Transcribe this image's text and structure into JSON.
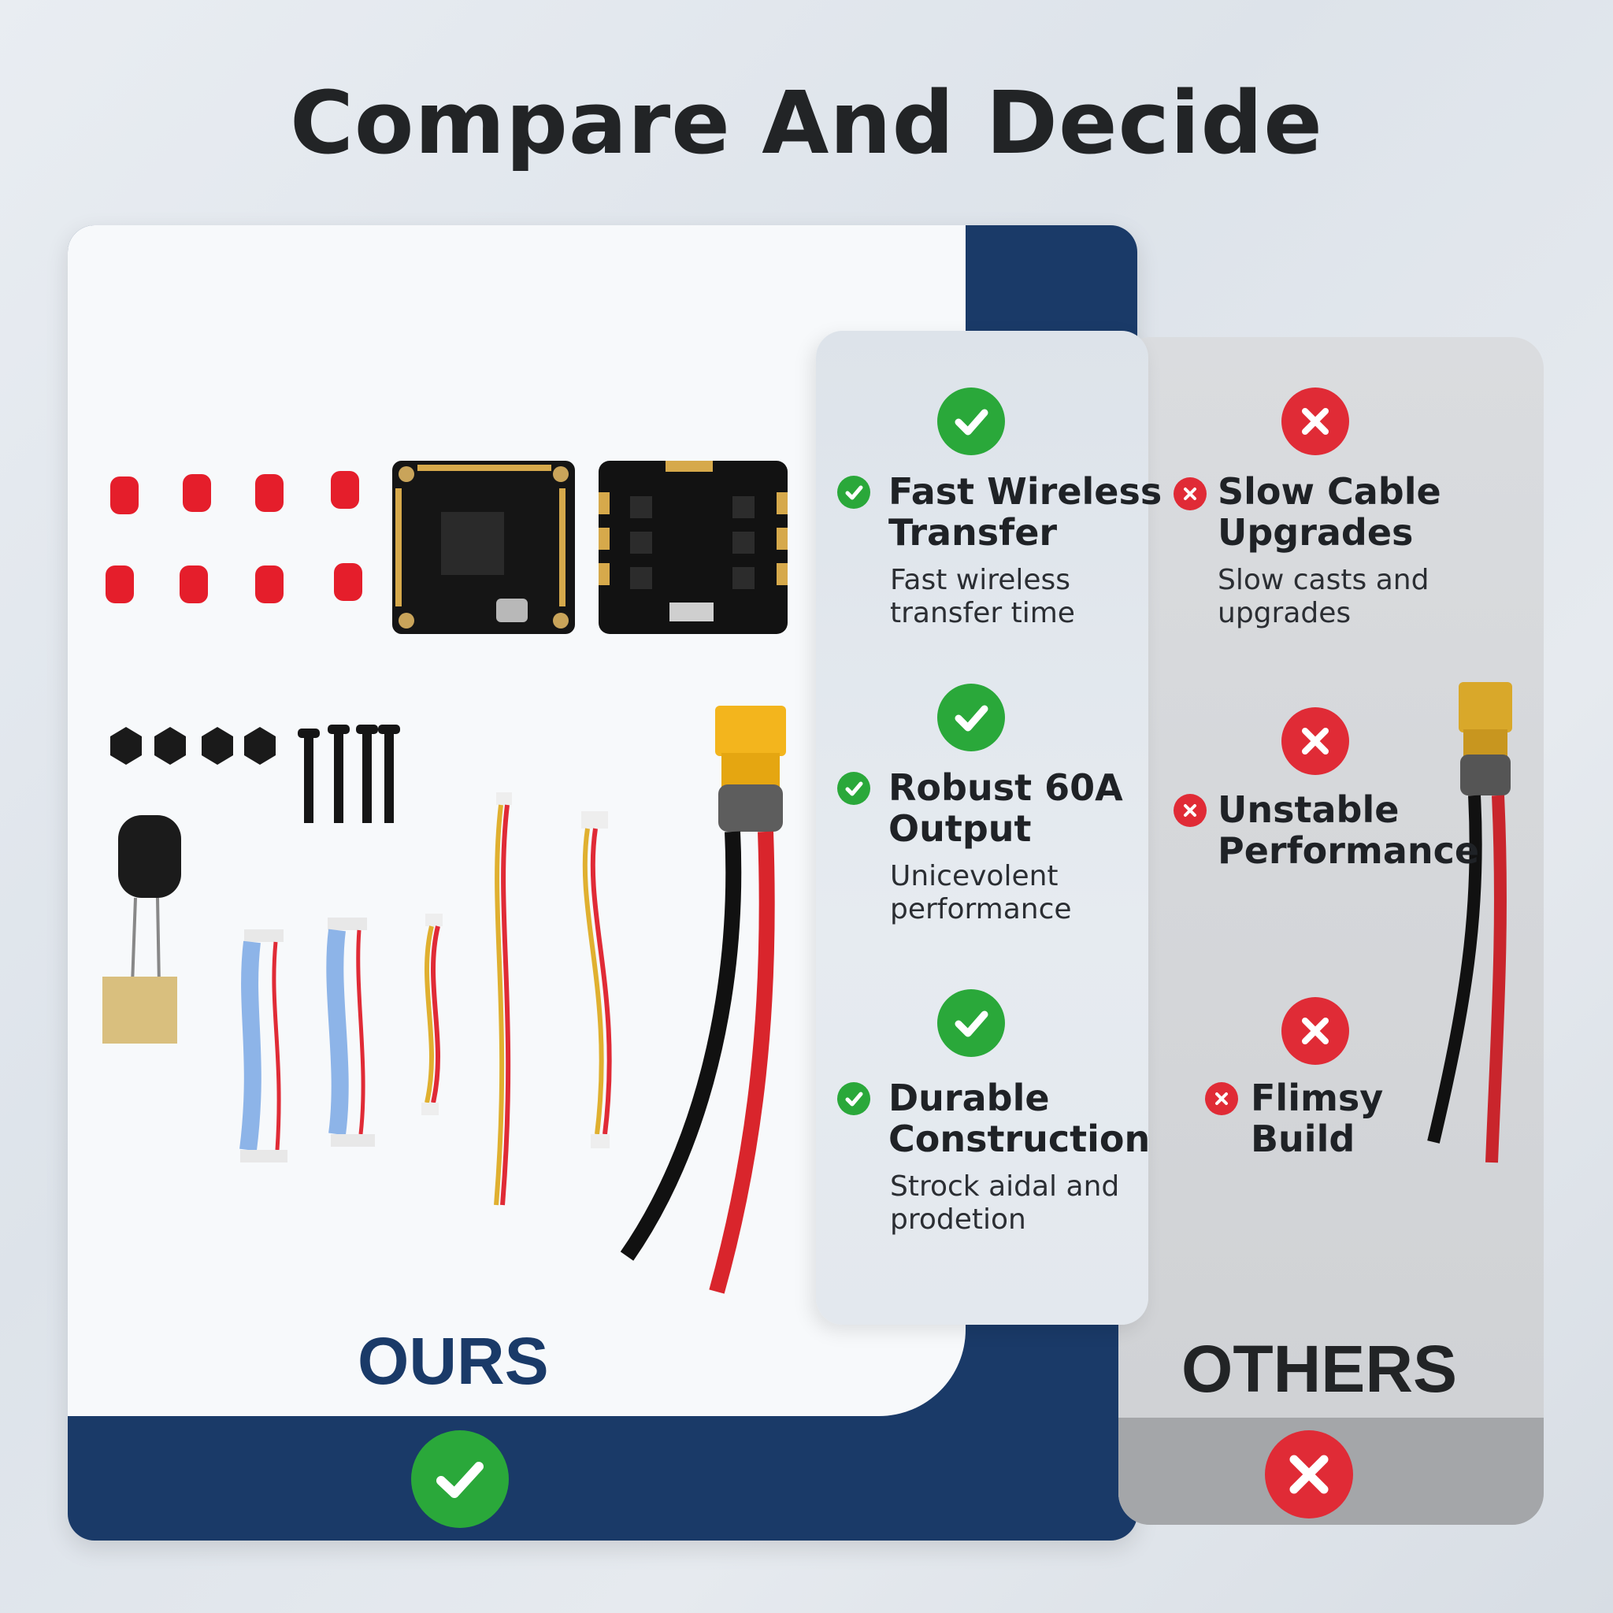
{
  "page": {
    "title": "Compare And Decide"
  },
  "ours": {
    "label": "OURS",
    "features": [
      {
        "title_line1": "Fast Wireless",
        "title_line2": "Transfer",
        "sub_line1": "Fast wireless",
        "sub_line2": "transfer time"
      },
      {
        "title_line1": "Robust 60A",
        "title_line2": "Output",
        "sub_line1": "Unicevolent",
        "sub_line2": "performance"
      },
      {
        "title_line1": "Durable",
        "title_line2": "Construction",
        "sub_line1": "Strock aidal and",
        "sub_line2": "prodetion"
      }
    ]
  },
  "others": {
    "label": "OTHERS",
    "features": [
      {
        "title_line1": "Slow Cable",
        "title_line2": "Upgrades",
        "sub_line1": "Slow casts and",
        "sub_line2": "upgrades"
      },
      {
        "title_line1": "Unstable",
        "title_line2": "Performance"
      },
      {
        "title_line1": "Flimsy",
        "title_line2": "Build"
      }
    ]
  },
  "colors": {
    "navy": "#1a3a68",
    "green": "#2aa83a",
    "red": "#e02b36"
  },
  "icons": {
    "ok": "check-icon",
    "bad": "x-icon"
  }
}
